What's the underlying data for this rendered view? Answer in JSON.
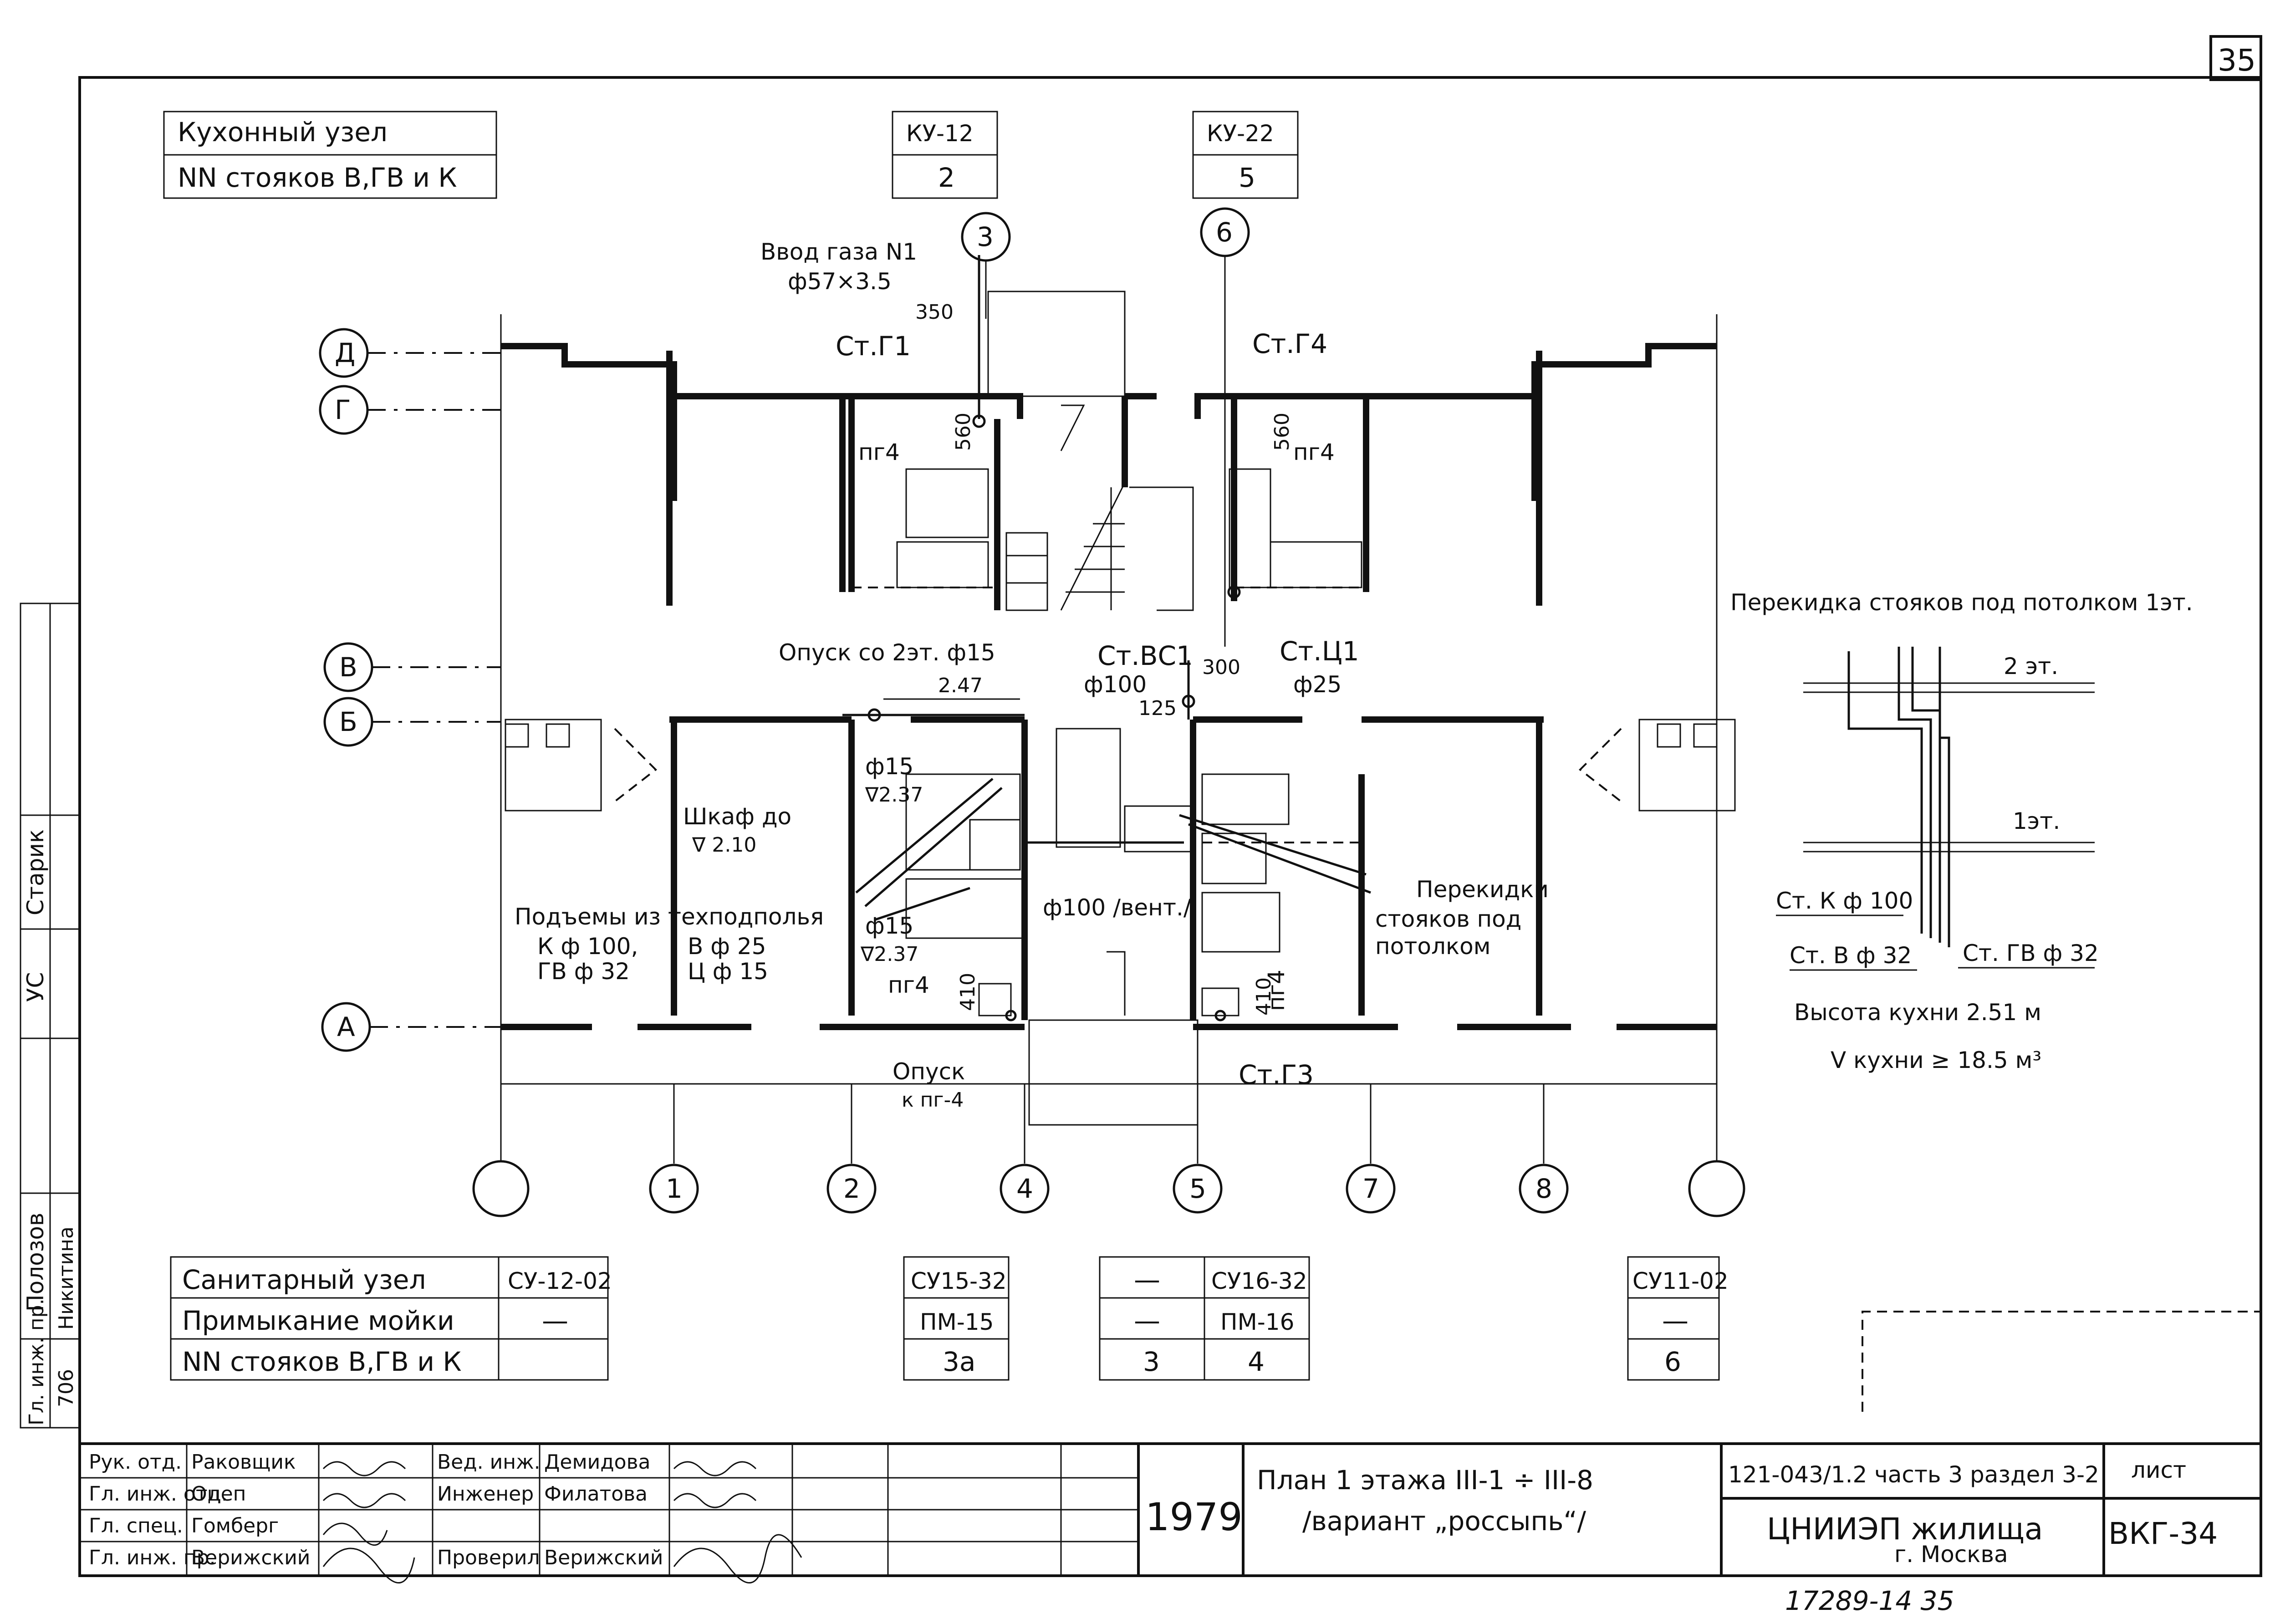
{
  "sheet_number": "35",
  "stamp_number": "17289-14   35",
  "kitchen_table": {
    "row1": "Кухонный узел",
    "row2": "NN стояков В,ГВ и К",
    "cols": [
      {
        "code": "КУ-12",
        "value": "2"
      },
      {
        "code": "КУ-22",
        "value": "5"
      }
    ]
  },
  "sanitary_table": {
    "row1": "Санитарный узел",
    "row2": "Примыкание мойки",
    "row3": "NN стояков В,ГВ и К",
    "cols": [
      {
        "code": "СУ-12-02",
        "adj": "—",
        "num": ""
      },
      {
        "code": "СУ15-32",
        "adj": "ПМ-15",
        "num": "3а"
      },
      {
        "code": "—",
        "adj": "—",
        "num": "3"
      },
      {
        "code": "СУ16-32",
        "adj": "ПМ-16",
        "num": "4"
      },
      {
        "code": "СУ11-02",
        "adj": "—",
        "num": "6"
      }
    ]
  },
  "axes": {
    "rows": [
      "Д",
      "Г",
      "В",
      "Б",
      "А"
    ],
    "cols": [
      "",
      "1",
      "2",
      "4",
      "5",
      "7",
      "8",
      ""
    ],
    "top_bubbles": [
      "3",
      "6"
    ]
  },
  "labels": {
    "gas_inlet": "Ввод газа N1",
    "gas_pipe": "ф57×3.5",
    "dim_350": "350",
    "st_g1": "Ст.Г1",
    "st_g4": "Ст.Г4",
    "pg4_a": "пг4",
    "pg4_b": "пг4",
    "pg4_c": "пг4",
    "pg4_d": "пг4",
    "dim_560a": "560",
    "dim_560b": "560",
    "opusk": "Опуск со 2эт. ф15",
    "dim_247": "2.47",
    "st_vs1": "Ст.ВС1",
    "st_vs1_d": "ф100",
    "dim_300": "300",
    "dim_125": "125",
    "st_c1": "Ст.Ц1",
    "st_c1_d": "ф25",
    "f15_a": "ф15",
    "lvl_237a": "∇2.37",
    "shkaf": "Шкаф до",
    "shkaf_lvl": "∇ 2.10",
    "podemy": "Подъемы из техподполья",
    "k100": "К ф 100,",
    "gv32": "ГВ ф 32",
    "v25": "В ф 25",
    "c15": "Ц ф 15",
    "f15_b": "ф15",
    "lvl_237b": "∇2.37",
    "vent": "ф100 /вент./",
    "perekidki1": "Перекидки",
    "perekidki2": "стояков под",
    "perekidki3": "потолком",
    "dim_410a": "410",
    "dim_410b": "410",
    "opusk_pg": "Опуск",
    "opusk_pg2": "к пг-4",
    "st_g3": "Ст.Г3"
  },
  "detail": {
    "title": "Перекидка стояков под потолком 1эт.",
    "floor2": "2 эт.",
    "floor1": "1эт.",
    "st_k": "Ст. К ф 100",
    "st_v": "Ст. В ф 32",
    "st_gv": "Ст. ГВ ф 32",
    "height": "Высота кухни   2.51 м",
    "volume": "V кухни   ≥  18.5 м³"
  },
  "side_strip": {
    "role1": "Старик",
    "role2": "УС",
    "name1": "Полозов",
    "name2": "Никитина",
    "title1": "Гл. инж. пр.",
    "title2": "706"
  },
  "title_block": {
    "year": "1979",
    "title_line1": "План 1 этажа  III-1 ÷ III-8",
    "title_line2": "/вариант  „россыпь“/",
    "code": "121-043/1.2 часть 3 раздел 3-2",
    "org": "ЦНИИЭП жилища",
    "city": "г. Москва",
    "sheet_label": "лист",
    "sheet_id": "ВКГ-34",
    "staff": [
      {
        "role": "Рук. отд.",
        "name": "Раковщик"
      },
      {
        "role": "Гл. инж. отд.",
        "name": "Оцеп"
      },
      {
        "role": "Гл. спец.",
        "name": "Гомберг"
      },
      {
        "role": "Гл. инж. пр.",
        "name": "Верижский"
      }
    ],
    "staff2": [
      {
        "role": "Вед. инж.",
        "name": "Демидова"
      },
      {
        "role": "Инженер",
        "name": "Филатова"
      },
      {
        "role": "Проверил",
        "name": "Верижский"
      }
    ]
  }
}
